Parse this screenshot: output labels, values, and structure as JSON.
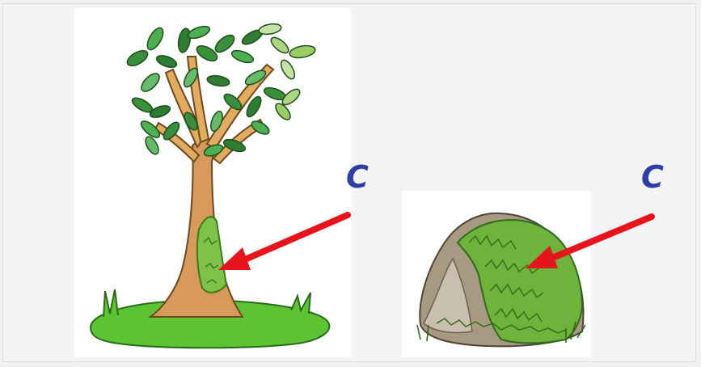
{
  "labels": {
    "tree": "C",
    "rock": "C"
  },
  "colors": {
    "label": "#2d3fa6",
    "arrow": "#e8141c",
    "grass": "#5cc433",
    "moss": "#7fc24a",
    "trunk": "#d89a5a",
    "rock": "#a89a82",
    "leaf": "#3a8f3a"
  },
  "icons": [
    "tree-with-moss-illustration",
    "mossy-rock-illustration",
    "red-arrow"
  ]
}
